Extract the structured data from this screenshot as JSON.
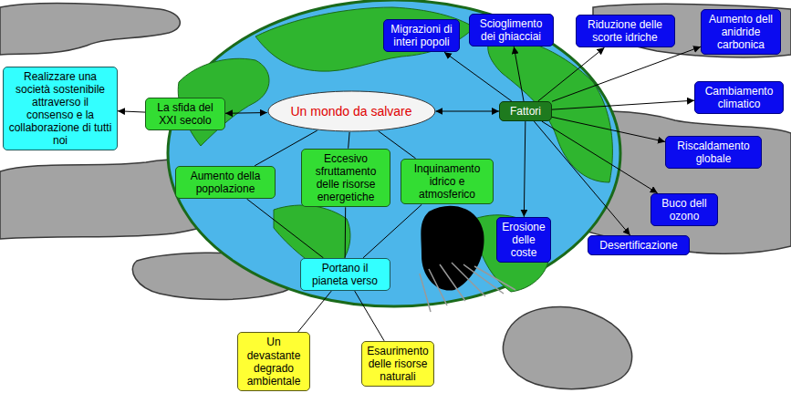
{
  "diagram": {
    "nodes": [
      {
        "text": [
          "Un mondo da salvare"
        ]
      },
      {
        "text": [
          "La sfida del XXI secolo"
        ]
      },
      {
        "text": [
          "Realizzare una società sostenibile attraverso il consenso e la collaborazione di tutti noi"
        ]
      },
      {
        "text": [
          "Fattori"
        ]
      },
      {
        "text": [
          "Migrazioni di interi popoli"
        ]
      },
      {
        "text": [
          "Scioglimento dei ghiacciai"
        ]
      },
      {
        "text": [
          "Riduzione delle scorte idriche"
        ]
      },
      {
        "text": [
          "Aumento dell anidride carbonica"
        ]
      },
      {
        "text": [
          "Cambiamento climatico"
        ]
      },
      {
        "text": [
          "Riscaldamento globale"
        ]
      },
      {
        "text": [
          "Buco dell ozono"
        ]
      },
      {
        "text": [
          "Desertificazione"
        ]
      },
      {
        "text": [
          "Erosione delle coste"
        ]
      },
      {
        "text": [
          "Aumento della popolazione"
        ]
      },
      {
        "text": [
          "Eccesivo sfruttamento delle risorse energetiche"
        ]
      },
      {
        "text": [
          "Inquinamento idrico e atmosferico"
        ]
      },
      {
        "text": [
          "Portano il pianeta verso"
        ]
      },
      {
        "text": [
          "Un devastante degrado ambientale"
        ]
      },
      {
        "text": [
          "Esaurimento delle risorse naturali"
        ]
      }
    ],
    "edges": [
      {
        "from": 0,
        "to": 1,
        "arrow": "both"
      },
      {
        "from": 1,
        "to": 2,
        "arrow": "to"
      },
      {
        "from": 0,
        "to": 3,
        "arrow": "both"
      },
      {
        "from": 3,
        "to": 4,
        "arrow": "to"
      },
      {
        "from": 3,
        "to": 5,
        "arrow": "to"
      },
      {
        "from": 3,
        "to": 6,
        "arrow": "to"
      },
      {
        "from": 3,
        "to": 7,
        "arrow": "to"
      },
      {
        "from": 3,
        "to": 8,
        "arrow": "to"
      },
      {
        "from": 3,
        "to": 9,
        "arrow": "to"
      },
      {
        "from": 3,
        "to": 10,
        "arrow": "to"
      },
      {
        "from": 3,
        "to": 11,
        "arrow": "to"
      },
      {
        "from": 3,
        "to": 12,
        "arrow": "to"
      },
      {
        "from": 0,
        "to": 13,
        "arrow": "none"
      },
      {
        "from": 0,
        "to": 14,
        "arrow": "none"
      },
      {
        "from": 0,
        "to": 15,
        "arrow": "none"
      },
      {
        "from": 13,
        "to": 16,
        "arrow": "none"
      },
      {
        "from": 14,
        "to": 16,
        "arrow": "none"
      },
      {
        "from": 15,
        "to": 16,
        "arrow": "none"
      },
      {
        "from": 16,
        "to": 17,
        "arrow": "none"
      },
      {
        "from": 16,
        "to": 18,
        "arrow": "none"
      }
    ]
  }
}
